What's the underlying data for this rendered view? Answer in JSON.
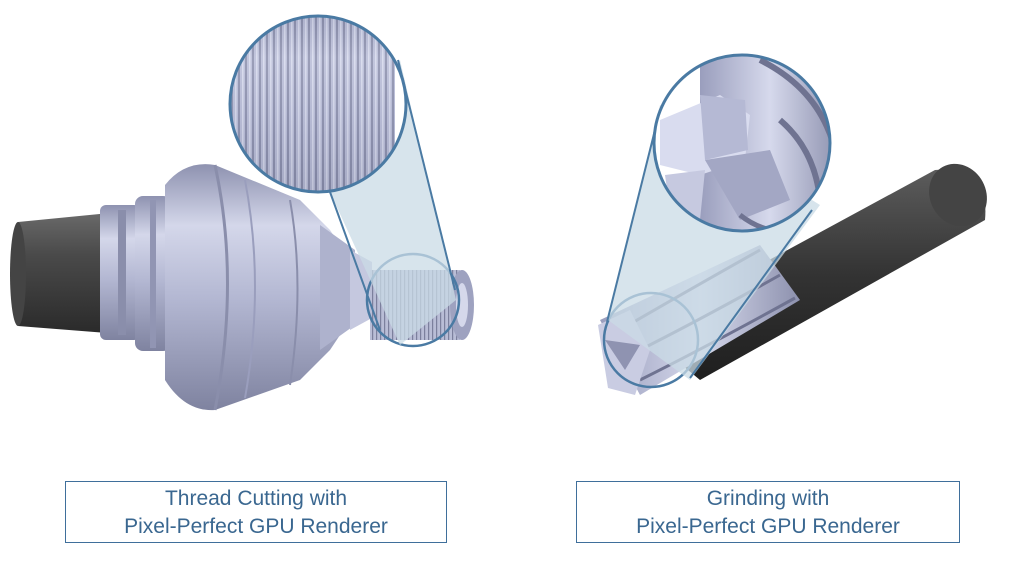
{
  "captions": {
    "left": {
      "line1": "Thread Cutting with",
      "line2": "Pixel-Perfect GPU Renderer"
    },
    "right": {
      "line1": "Grinding with",
      "line2": "Pixel-Perfect GPU Renderer"
    }
  },
  "colors": {
    "caption_text": "#3a6790",
    "caption_border": "#3f6f9b",
    "zoom_ring": "#4a7aa3",
    "zoom_cone": "#c9dbe6",
    "metal": "#b8bcd6",
    "dark_shaft": "#3a3a3a"
  }
}
